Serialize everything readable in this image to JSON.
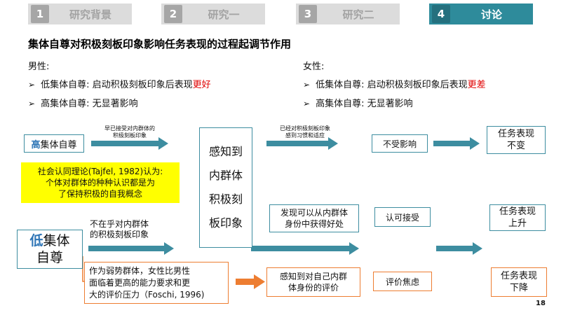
{
  "tabs": [
    {
      "num": "1",
      "label": "研究背景"
    },
    {
      "num": "2",
      "label": "研究一"
    },
    {
      "num": "3",
      "label": "研究二"
    },
    {
      "num": "4",
      "label": "讨论"
    }
  ],
  "title": "集体自尊对积极刻板印象影响任务表现的过程起调节作用",
  "male": {
    "heading": "男性:",
    "line1_prefix": "低集体自尊:  启动积极刻板印象后表现",
    "line1_emph": "更好",
    "line2": "高集体自尊:  无显著影响"
  },
  "female": {
    "heading": "女性:",
    "line1_prefix": "低集体自尊:  启动积极刻板印象后表现",
    "line1_emph": "更差",
    "line2": "高集体自尊:  无显著影响"
  },
  "diagram": {
    "high_box_emph": "高",
    "high_box_rest": "集体自尊",
    "high_arrow_label": "早已接受对内群体的\n积极刻板印象",
    "theory_box": "社会认同理论(Tajfel, 1982)认为:\n个体对群体的种种认识都是为\n了保持积极的自我概念",
    "low_box_emph": "低",
    "low_box_rest": "集体\n自尊",
    "low_arrow_label": "不在乎对内群体\n的积极刻板印象",
    "weak_group_box": "作为弱势群体，女性比男性\n面临着更高的能力要求和更\n大的评价压力（Foschi, 1996)",
    "center_box": "感知到\n内群体\n积极刻\n板印象",
    "top_arrow_label": "已经对积极刻板印象\n感到习惯和适应",
    "no_effect": "不受影响",
    "task_unchanged": "任务表现\n不变",
    "benefit_box": "发现可以从内群体\n身份中获得好处",
    "accept_box": "认可接受",
    "task_up": "任务表现\n上升",
    "threat_box": "感知到对自己内群\n体身份的评价",
    "anxiety_box": "评价焦虑",
    "task_down": "任务表现\n下降"
  },
  "page_number": "18",
  "colors": {
    "teal": "#3d8da0",
    "orange": "#ed7d31",
    "yellow": "#ffff00",
    "emph_blue": "#2e75b6",
    "red": "#e00000",
    "tab_active": "#2e8b9b"
  }
}
